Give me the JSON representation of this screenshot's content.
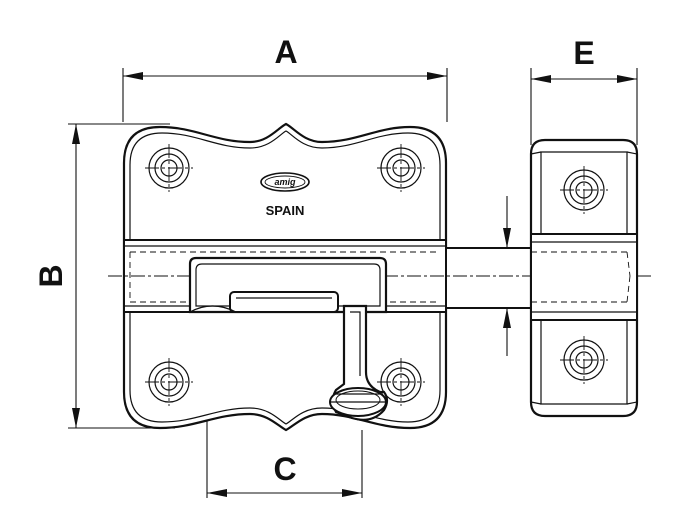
{
  "dimensions": {
    "a": "A",
    "b": "B",
    "c": "C",
    "e": "E",
    "diameter": "Ø"
  },
  "plate": {
    "brand_logo": "amig",
    "origin": "SPAIN"
  },
  "colors": {
    "line": "#111111",
    "background": "#ffffff"
  }
}
